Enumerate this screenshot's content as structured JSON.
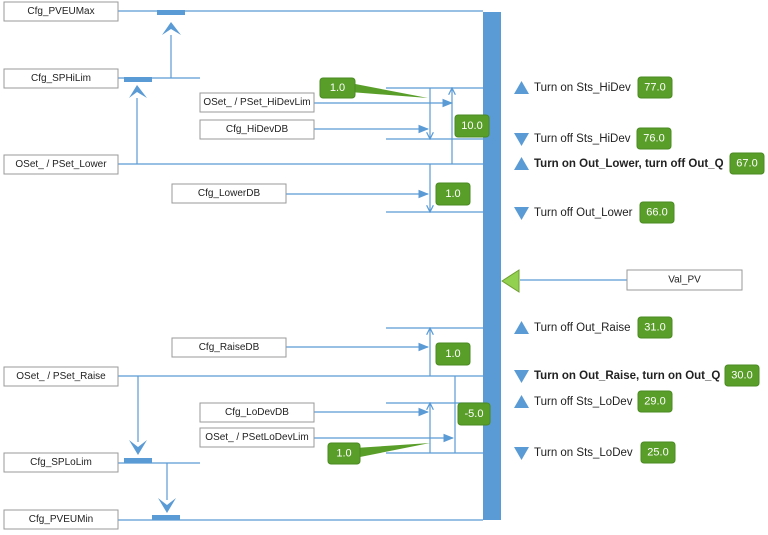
{
  "inputs": {
    "pveumax": "Cfg_PVEUMax",
    "sphilim": "Cfg_SPHiLim",
    "pset_lower": "OSet_ / PSet_Lower",
    "hidevlim": "OSet_ / PSet_HiDevLim",
    "hidevdb": "Cfg_HiDevDB",
    "lowerdb": "Cfg_LowerDB",
    "raisedb": "Cfg_RaiseDB",
    "pset_raise": "OSet_ / PSet_Raise",
    "lodevdb": "Cfg_LoDevDB",
    "lodevlim": "OSet_ / PSetLoDevLim",
    "splolim": "Cfg_SPLoLim",
    "pveumin": "Cfg_PVEUMin",
    "val_pv": "Val_PV"
  },
  "values": {
    "hidevdb": "1.0",
    "hidevlim": "10.0",
    "lowerdb": "1.0",
    "raisedb": "1.0",
    "lodevlim": "-5.0",
    "lodevdb": "1.0"
  },
  "thresholds": [
    {
      "label": "Turn on Sts_HiDev",
      "value": "77.0",
      "direction": "up",
      "bold": false
    },
    {
      "label": "Turn off Sts_HiDev",
      "value": "76.0",
      "direction": "down",
      "bold": false
    },
    {
      "label": "Turn on Out_Lower, turn off Out_Q",
      "value": "67.0",
      "direction": "up",
      "bold": true
    },
    {
      "label": "Turn off Out_Lower",
      "value": "66.0",
      "direction": "down",
      "bold": false
    },
    {
      "label": "Turn off Out_Raise",
      "value": "31.0",
      "direction": "up",
      "bold": false
    },
    {
      "label": "Turn on Out_Raise, turn on Out_Q",
      "value": "30.0",
      "direction": "down",
      "bold": true
    },
    {
      "label": "Turn off Sts_LoDev",
      "value": "29.0",
      "direction": "up",
      "bold": false
    },
    {
      "label": "Turn on Sts_LoDev",
      "value": "25.0",
      "direction": "down",
      "bold": false
    }
  ],
  "colors": {
    "line": "#5b9bd5",
    "badge": "#5a9e2a",
    "pv_marker": "#92d050"
  }
}
